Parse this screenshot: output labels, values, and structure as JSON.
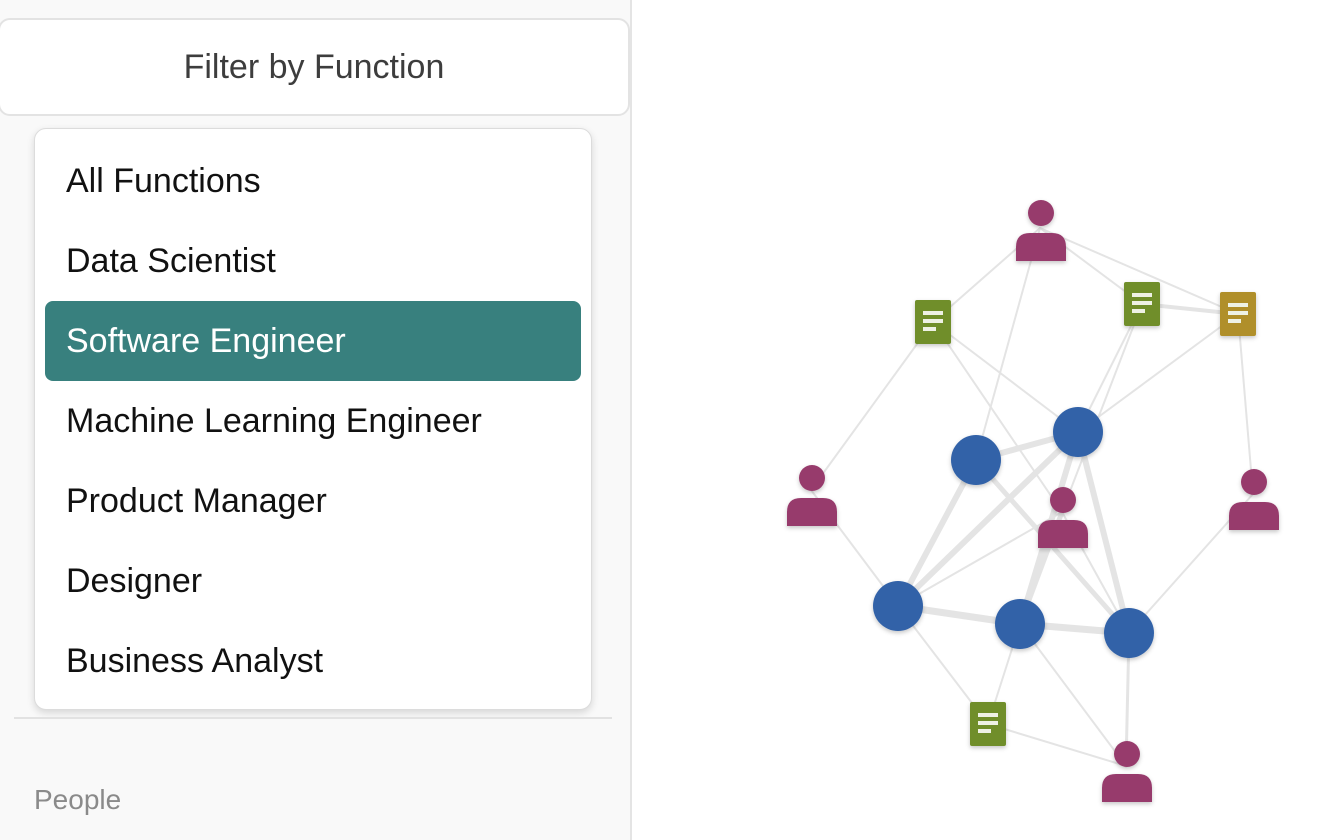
{
  "sidebar": {
    "filter_button_label": "Filter by Function",
    "options": [
      {
        "label": "All Functions"
      },
      {
        "label": "Data Scientist"
      },
      {
        "label": "Software Engineer"
      },
      {
        "label": "Machine Learning Engineer"
      },
      {
        "label": "Product Manager"
      },
      {
        "label": "Designer"
      },
      {
        "label": "Business Analyst"
      }
    ],
    "selected_option": "Software Engineer",
    "section_label": "People"
  },
  "graph": {
    "colors": {
      "person": "#973b6c",
      "hub": "#3262a8",
      "document": "#6f8e2c",
      "document_alt": "#b08f2a",
      "edge": "#e4e4e4"
    },
    "node_types": [
      "person",
      "hub",
      "document"
    ]
  }
}
